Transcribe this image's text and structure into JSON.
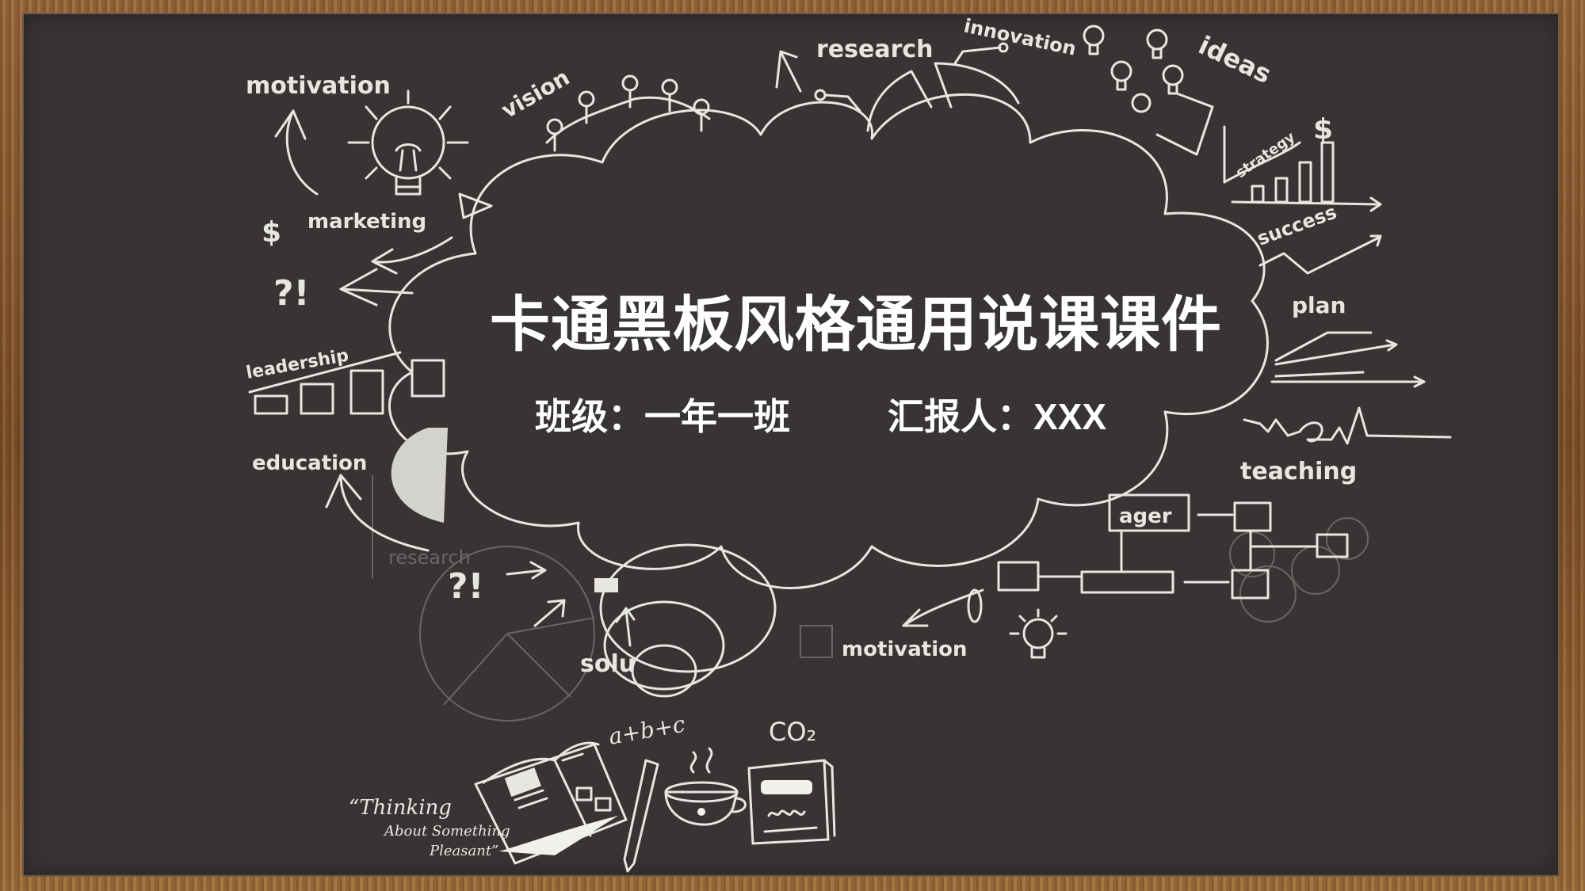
{
  "slide": {
    "title": "卡通黑板风格通用说课课件",
    "class_label": "班级：一年一班",
    "reporter_label": "汇报人：",
    "reporter_name": "XXX"
  },
  "doodle_words": {
    "motivation_top": "motivation",
    "marketing": "marketing",
    "vision": "vision",
    "research_top": "research",
    "innovation": "innovation",
    "ideas": "ideas",
    "strategy": "strategy",
    "success": "success",
    "plan": "plan",
    "leadership": "leadership",
    "education": "education",
    "research_bottom": "research",
    "solution": "solu",
    "motivation_bottom": "motivation",
    "teaching": "teaching",
    "manager": "ager",
    "dollar": "$",
    "question_exclaim": "?!"
  },
  "bottom": {
    "quote_line1": "“Thinking",
    "quote_line2": "About Something",
    "quote_line3": "Pleasant”",
    "formula": "a+b+c",
    "chem": "CO₂"
  },
  "colors": {
    "board": "#383434",
    "frame": "#7b4f2a",
    "chalk": "#e8e6e2",
    "text": "#ffffff"
  }
}
